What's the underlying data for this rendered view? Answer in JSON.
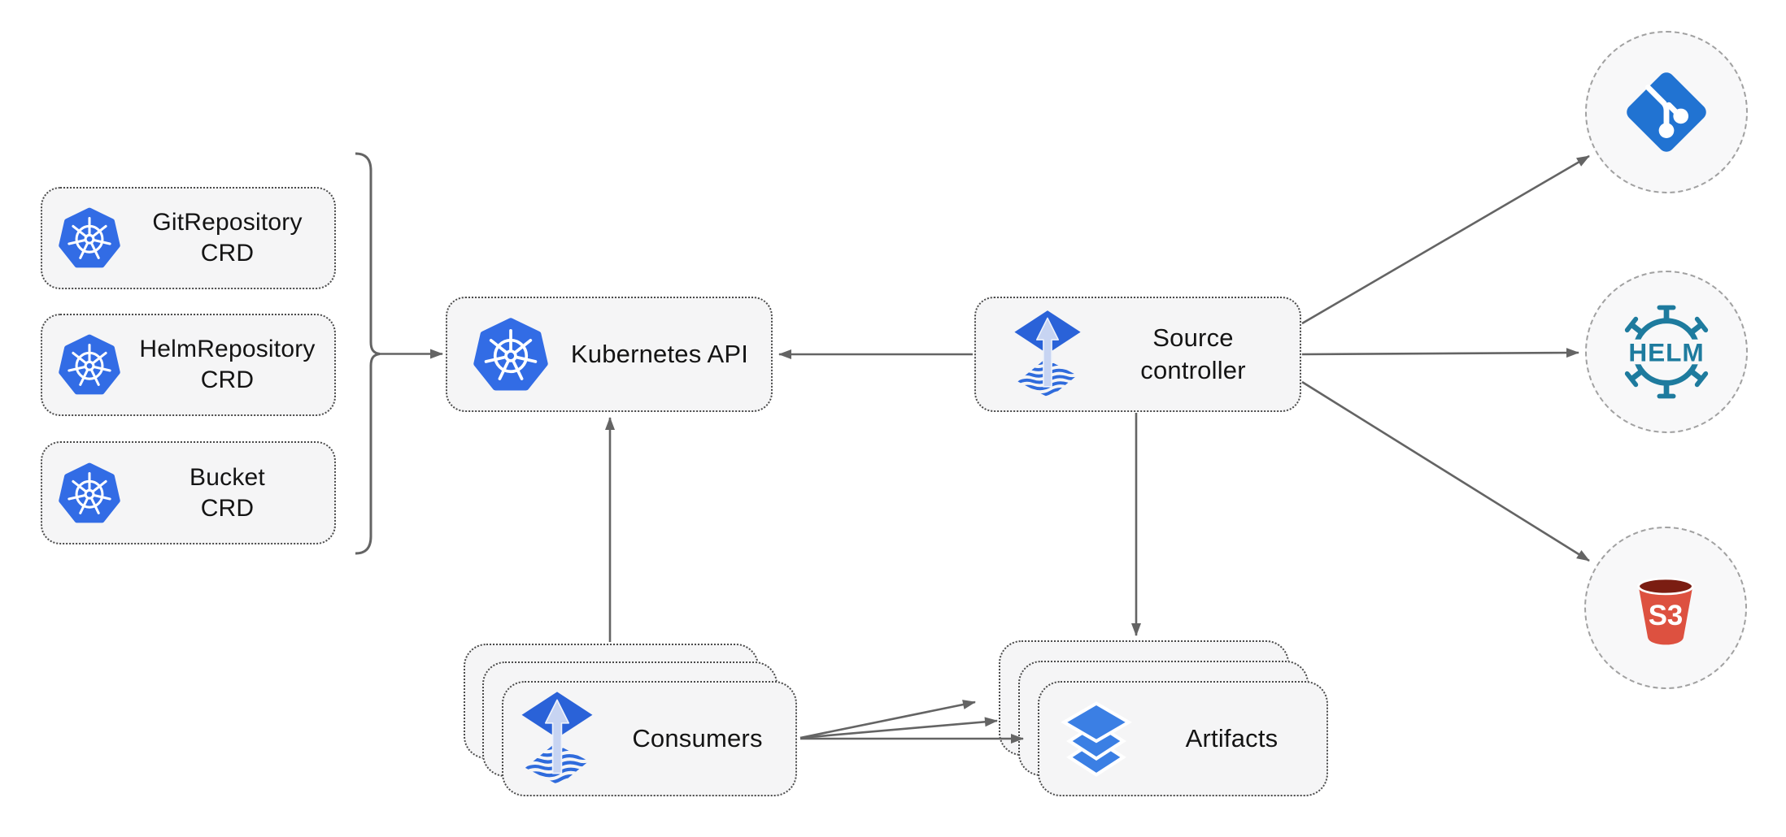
{
  "nodes": {
    "crd_boxes": [
      {
        "icon": "kubernetes-icon",
        "line1": "GitRepository",
        "line2": "CRD"
      },
      {
        "icon": "kubernetes-icon",
        "line1": "HelmRepository",
        "line2": "CRD"
      },
      {
        "icon": "kubernetes-icon",
        "line1": "Bucket",
        "line2": "CRD"
      }
    ],
    "kubernetes_api": {
      "icon": "kubernetes-icon",
      "label": "Kubernetes API"
    },
    "source_controller": {
      "icon": "flux-source-icon",
      "line1": "Source",
      "line2": "controller"
    },
    "consumers": {
      "icon": "flux-source-icon",
      "label": "Consumers",
      "stack_count": 3
    },
    "artifacts": {
      "icon": "layers-icon",
      "label": "Artifacts",
      "stack_count": 3
    }
  },
  "external_targets": {
    "git": {
      "icon": "git-icon"
    },
    "helm": {
      "icon": "helm-icon",
      "label": "HELM"
    },
    "s3": {
      "icon": "s3-bucket-icon",
      "label": "S3"
    }
  },
  "connectors": [
    "crd-bracket-to-kubernetes-api",
    "source-controller-to-kubernetes-api",
    "consumers-to-kubernetes-api",
    "source-controller-to-artifacts",
    "source-controller-to-git",
    "source-controller-to-helm",
    "source-controller-to-s3",
    "consumers-to-artifacts-back",
    "consumers-to-artifacts-middle",
    "consumers-to-artifacts-front"
  ],
  "colors": {
    "kubernetes_blue": "#326CE5",
    "flux_blue": "#2A62D8",
    "flux_arrow_light": "#C7D4F2",
    "git_blue": "#2173D2",
    "helm_teal": "#1E7B9E",
    "s3_red": "#DD5140",
    "s3_dark_red": "#7B1D12",
    "layers_blue": "#3B7FE4",
    "arrow_gray": "#646464",
    "node_fill": "#F5F5F6",
    "node_border": "#4B4B4B",
    "circle_border": "#A1A1A1"
  }
}
